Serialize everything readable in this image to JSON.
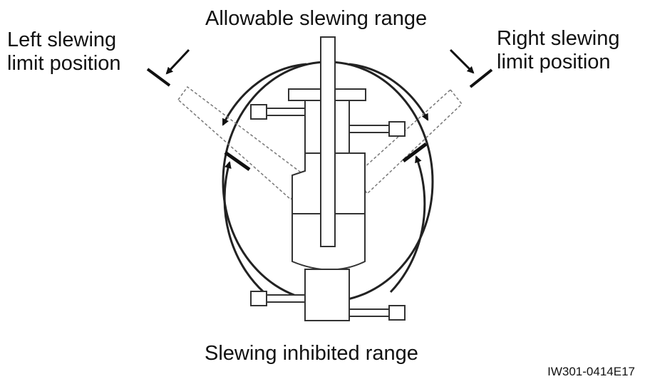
{
  "labels": {
    "allowable_range": "Allowable slewing range",
    "left_limit_line1": "Left slewing",
    "left_limit_line2": "limit position",
    "right_limit_line1": "Right slewing",
    "right_limit_line2": "limit position",
    "inhibited_range": "Slewing inhibited range",
    "figure_code": "IW301-0414E17"
  },
  "colors": {
    "ink": "#111111",
    "dashed": "#777777",
    "background": "#ffffff"
  }
}
